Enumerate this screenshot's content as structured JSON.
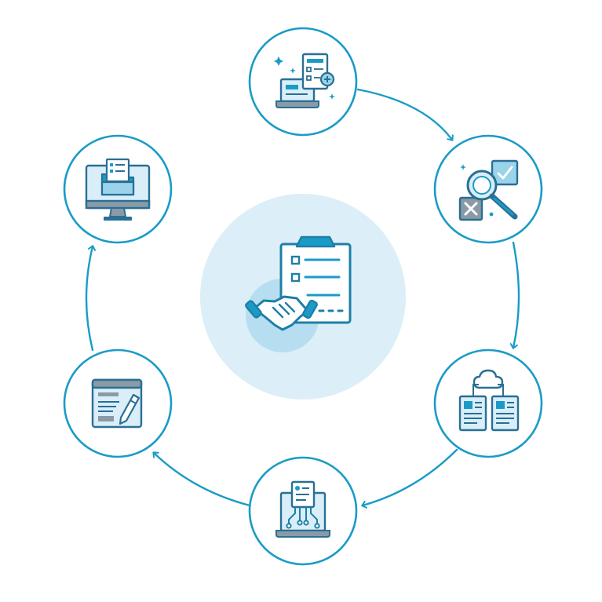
{
  "diagram": {
    "type": "cycle",
    "colors": {
      "accent": "#1a9bc7",
      "accent_dark": "#1e7fa8",
      "stroke": "#2a6f94",
      "center_disc": "#dceef7",
      "center_disc_inner": "#b7def0",
      "icon_fill_light": "#d9eef8",
      "icon_fill_mid": "#9ad3ea",
      "icon_gray": "#8a9aa6",
      "background": "#ffffff"
    },
    "center": {
      "icon": "clipboard-handshake-icon"
    },
    "nodes": [
      {
        "id": "top",
        "icon": "laptop-checklist-icon"
      },
      {
        "id": "upper-right",
        "icon": "magnifier-check-icon"
      },
      {
        "id": "lower-right",
        "icon": "cloud-documents-icon"
      },
      {
        "id": "bottom",
        "icon": "laptop-circuit-icon"
      },
      {
        "id": "lower-left",
        "icon": "browser-pencil-icon"
      },
      {
        "id": "upper-left",
        "icon": "monitor-folder-icon"
      }
    ],
    "flow_direction": "clockwise"
  }
}
